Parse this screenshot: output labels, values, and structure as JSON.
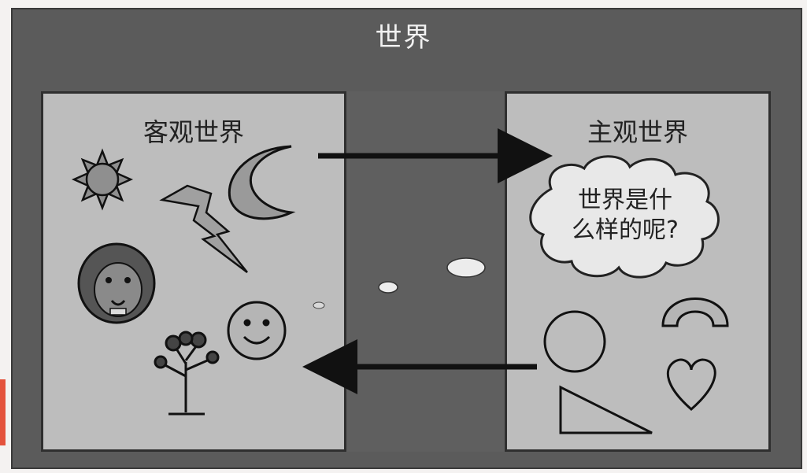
{
  "title": "世界",
  "left_panel": {
    "title": "客观世界"
  },
  "right_panel": {
    "title": "主观世界",
    "thought_line1": "世界是什",
    "thought_line2": "么样的呢?"
  },
  "colors": {
    "background": "#5b5b5b",
    "panel": "#bdbdbd",
    "border": "#2f2f2f",
    "accent": "#e4523c"
  },
  "icons": {
    "objective": [
      "sun-icon",
      "moon-icon",
      "lightning-icon",
      "lion-icon",
      "smiley-icon",
      "tree-icon"
    ],
    "subjective": [
      "thought-cloud-icon",
      "arch-icon",
      "circle-icon",
      "heart-icon",
      "triangle-icon"
    ]
  }
}
